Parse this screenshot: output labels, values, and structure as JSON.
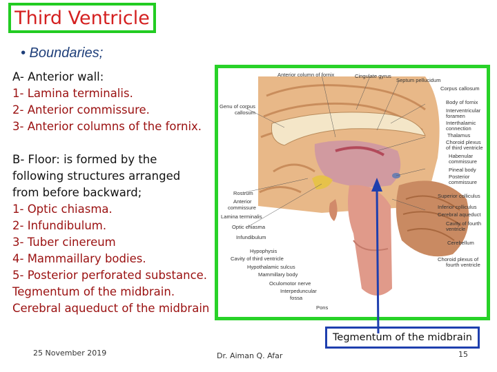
{
  "title": "Third Ventricle",
  "bullet": "• Boundaries;",
  "anterior_wall": {
    "heading": "A- Anterior wall:",
    "items": [
      "1- Lamina terminalis.",
      "2- Anterior commissure.",
      "3- Anterior columns of the fornix."
    ]
  },
  "floor": {
    "intro_lines": [
      "B- Floor: is formed by the",
      "following structures arranged",
      "from before backward;"
    ],
    "items": [
      "1- Optic chiasma.",
      "2- Infundibulum.",
      "3- Tuber cinereum",
      "4- Mammaillary bodies.",
      "5- Posterior perforated substance.",
      "Tegmentum of the midbrain.",
      "Cerebral aqueduct of the midbrain"
    ]
  },
  "figure": {
    "labels_top": [
      "Anterior column of fornix",
      "Cingulate gyrus",
      "Septum pellucidum"
    ],
    "labels_left": [
      "Genu of corpus",
      "callosum",
      "Rostrum",
      "Anterior",
      "commissure",
      "Lamina terminalis",
      "Optic chiasma",
      "Infundibulum",
      "Hypophysis",
      "Cavity of third ventricle",
      "Hypothalamic sulcus",
      "Mammillary body",
      "Oculomotor nerve",
      "Interpeduncular",
      "fossa",
      "Pons"
    ],
    "labels_right": [
      "Corpus callosum",
      "Body of fornix",
      "Interventricular",
      "foramen",
      "Interthalamic",
      "connection",
      "Thalamus",
      "Choroid plexus",
      "of third ventricle",
      "Habenular",
      "commissure",
      "Pineal body",
      "Posterior",
      "commissure",
      "Superior colliculus",
      "Inferior colliculus",
      "Cerebral aqueduct",
      "Cavity of fourth",
      "ventricle",
      "Cerebellum",
      "Choroid plexus of",
      "fourth ventricle"
    ]
  },
  "caption": "Tegmentum of the midbrain",
  "footer": {
    "date": "25  November 2019",
    "author": "Dr. Aiman Q. Afar",
    "page": "15"
  },
  "colors": {
    "title": "#d42020",
    "frame": "#28d228",
    "caption_border": "#1e3fae",
    "bullet": "#1f3f7a",
    "list": "#9a1010"
  }
}
